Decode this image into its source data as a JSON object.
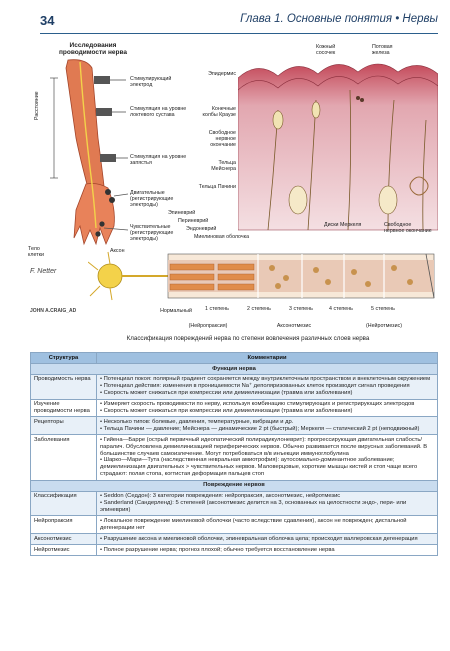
{
  "header": {
    "page_number": "34",
    "chapter_title": "Глава 1. Основные понятия • Нервы"
  },
  "figure_left": {
    "title": "Исследования проводимости нерва",
    "distance_label": "Расстояние",
    "labels": [
      "Стимулирующий электрод",
      "Стимуляция на уровне локтевого сустава",
      "Стимуляция на уровне запястья",
      "Двигательные (регистрирующие электроды)",
      "Чувствительные (регистрирующие электроды)"
    ]
  },
  "figure_right": {
    "labels_left": [
      "Эпидермис",
      "Конечные колбы Краузе",
      "Свободное нервное окончание",
      "Тельца Мейснера",
      "Тельца Пачини"
    ],
    "labels_top": [
      "Кожный сосочек",
      "Потовая железа"
    ],
    "labels_bottom": [
      "Диски Меркеля",
      "Свободное нервное окончание"
    ]
  },
  "figure_bottom": {
    "layer_labels": [
      "Эпиневрий",
      "Периневрий",
      "Эндоневрий",
      "Миелиновая оболочка"
    ],
    "neuron_labels": [
      "Тело клетки",
      "Аксон"
    ],
    "grades": [
      "Нормальный",
      "1 степень",
      "2 степень",
      "3 степень",
      "4 степень",
      "5 степень"
    ],
    "classes": [
      "(Нейропраксия)",
      "Аксонотмезис",
      "(Нейротмезис)"
    ],
    "caption": "Классификация повреждений нерва по степени вовлечения различных слоев нерва",
    "signature": "F. Netter",
    "signature2": "JOHN A.CRAIG_AD"
  },
  "table": {
    "col_structure": "Структура",
    "col_comments": "Комментарии",
    "section1": "Функция нерва",
    "section2": "Повреждение нервов",
    "rows1": [
      {
        "s": "Проводимость нерва",
        "lines": [
          "• Потенциал покоя: полярный градиент сохраняется между внутриклеточным пространством и внеклеточным окружением",
          "• Потенциал действия: изменения в проницаемости Na⁺ деполяризованных клеток производит сигнал проведения",
          "• Скорость может снижаться при компрессии или демиелинизации (травма или заболевания)"
        ]
      },
      {
        "s": "Изучение проводимости нерва",
        "lines": [
          "• Измеряет скорость проводимости по нерву, используя комбинацию стимулирующих и регистрирующих электродов",
          "• Скорость может снижаться при компрессии или демиелинизации (травма или заболевания)"
        ]
      },
      {
        "s": "Рецепторы",
        "lines": [
          "• Несколько типов: болевые, давления, температурные, вибрации и др.",
          "• Тельца Пачини — давление; Мейснера — динамические 2 pt (быстрый); Меркеля — статический 2 pt (неподвижный)"
        ]
      },
      {
        "s": "Заболевания",
        "lines": [
          "• Гийена—Барре (острый первичный идеопатический полирадикулоневрит): прогрессирующая двигательная слабость/паралич. Обусловлена демиелинизацией периферических нервов. Обычно развивается после вирусных заболеваний. В большинстве случаев самоизлечение. Могут потребоваться в/в инъекции иммуноглобулина",
          "• Шарко—Мари—Тута (наследственная невральная амиотрофия): аутосомально-доминантное заболевание; демиелинизация двигательных > чувствительных нервов. Маловерцовые, короткие мышцы кистей и стоп чаще всего страдают: полая стопа, когтистая деформация пальцев стоп"
        ]
      }
    ],
    "rows2": [
      {
        "s": "Классификация",
        "lines": [
          "• Seddon (Седдон): 3 категории повреждения: нейропраксия, аксонотмезис, нейротмезис",
          "• Sanderland (Сандерленд): 5 степеней (аксонотмезис делится на 3, основанных на целостности эндо-, пери- или эпиневрия)"
        ]
      },
      {
        "s": "Нейропраксия",
        "lines": [
          "• Локальное повреждение миелиновой оболочки (часто вследствие сдавления), аксон не поврежден; дистальной дегенерации нет"
        ]
      },
      {
        "s": "Аксонотмезис",
        "lines": [
          "• Разрушение аксона и миелиновой оболочки, эпиневральная оболочка цела; происходит валлеровская дегенерация"
        ]
      },
      {
        "s": "Нейротмезис",
        "lines": [
          "• Полное разрушение нерва; прогноз плохой; обычно требуется восстановление нерва"
        ]
      }
    ]
  },
  "colors": {
    "accent": "#2b5f8c",
    "table_header": "#9fc0e0",
    "section": "#c9dcef",
    "highlight": "#2e8b3e",
    "skin": "#e2a7b0"
  }
}
